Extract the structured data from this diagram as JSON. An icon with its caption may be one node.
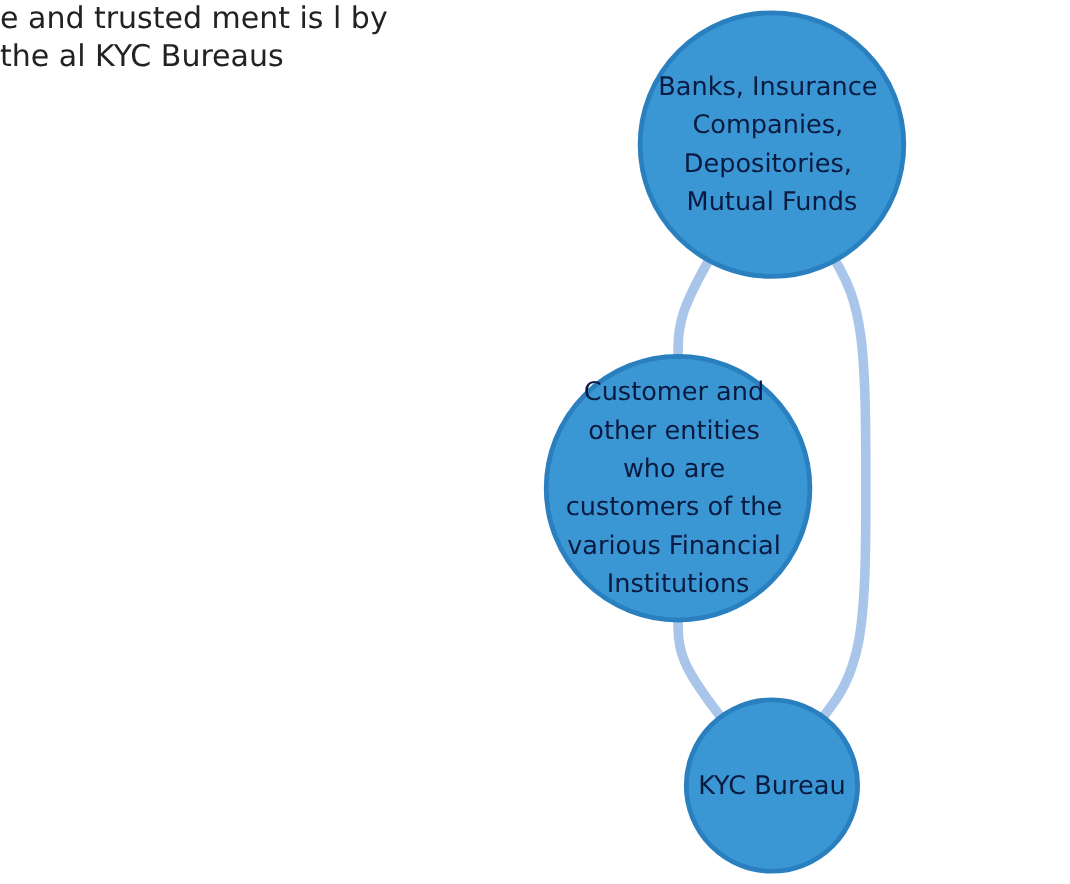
{
  "diagram": {
    "nodes": [
      {
        "text": [
          "Banks, Insurance Companies, Depositories, Mutual Funds"
        ]
      },
      {
        "text": [
          "Customer and other entities who are customers of the various Financial Institutions"
        ]
      },
      {
        "text": [
          "KYC Bureau"
        ]
      }
    ],
    "edges": [
      {
        "from": 0,
        "to": 1,
        "arrow": "none"
      },
      {
        "from": 1,
        "to": 2,
        "arrow": "none"
      },
      {
        "from": 2,
        "to": 0,
        "arrow": "none"
      }
    ],
    "labels": [
      "e and trusted ment is l by the al KYC Bureaus"
    ]
  }
}
